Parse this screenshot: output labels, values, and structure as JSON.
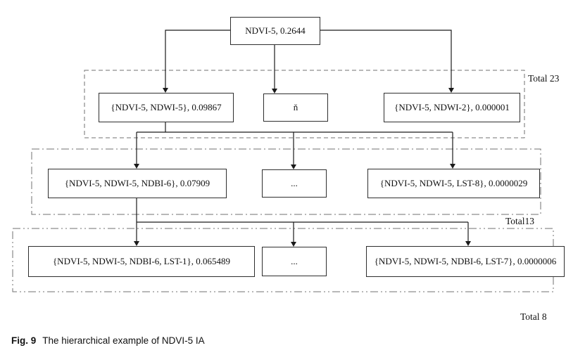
{
  "figure": {
    "caption_label": "Fig. 9",
    "caption_text": "The hierarchical example of NDVI-5 IA"
  },
  "tree": {
    "root": {
      "label": "NDVI-5, 0.2644"
    },
    "levels": [
      {
        "total_label": "Total 23",
        "nodes": [
          {
            "label": "{NDVI-5, NDWI-5}, 0.09867"
          },
          {
            "label": "ň"
          },
          {
            "label": "{NDVI-5, NDWI-2}, 0.000001"
          }
        ]
      },
      {
        "total_label": "Total13",
        "nodes": [
          {
            "label": "{NDVI-5, NDWI-5, NDBI-6}, 0.07909"
          },
          {
            "label": "..."
          },
          {
            "label": "{NDVI-5, NDWI-5, LST-8}, 0.0000029"
          }
        ]
      },
      {
        "total_label": "Total 8",
        "nodes": [
          {
            "label": "{NDVI-5, NDWI-5, NDBI-6, LST-1}, 0.065489"
          },
          {
            "label": "..."
          },
          {
            "label": "{NDVI-5, NDWI-5, NDBI-6, LST-7}, 0.0000006"
          }
        ]
      }
    ]
  }
}
